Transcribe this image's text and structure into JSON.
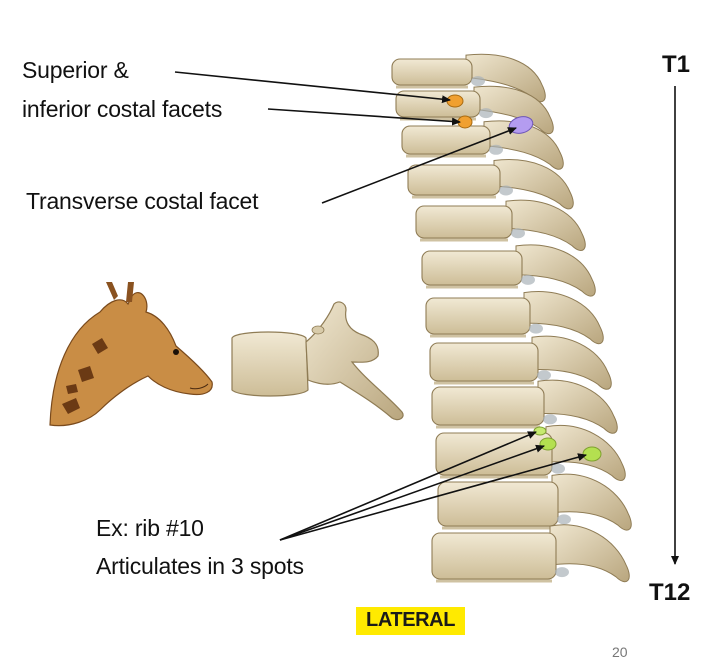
{
  "labels": {
    "superior": "Superior &",
    "inferior": "inferior costal facets",
    "transverse": "Transverse costal facet",
    "example": "Ex: rib #10",
    "articulates": "Articulates in 3 spots"
  },
  "range": {
    "start": "T1",
    "end": "T12"
  },
  "view": "LATERAL",
  "slide_number": "20",
  "colors": {
    "bone": "#e6dcc2",
    "bone_shadow": "#bfae88",
    "costal_facet": "#f0a030",
    "transverse_facet": "#b49cf0",
    "rib10_facet": "#b4e050",
    "badge": "#ffea00"
  }
}
